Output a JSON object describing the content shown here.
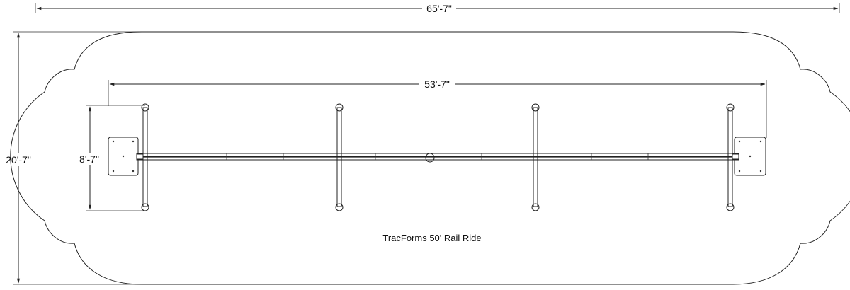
{
  "drawing": {
    "title": "TracForms 50' Rail Ride",
    "overall_length": "65'-7\"",
    "overall_width": "20'-7\"",
    "rail_length": "53'-7\"",
    "post_span": "8'-7\""
  }
}
